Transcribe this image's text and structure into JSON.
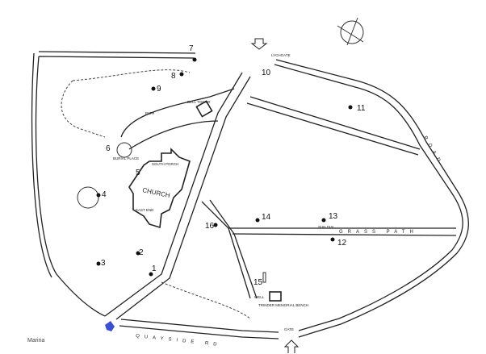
{
  "map": {
    "caption": "Marina",
    "labels": {
      "lychgate": "LYCHGATE",
      "bell_tower": "BELL TOWER",
      "south_porch": "SOUTH PORCH",
      "church": "CHURCH",
      "east_end": "EAST END",
      "path": "PATH",
      "burial": "BURIAL PLACE",
      "well": "WELL",
      "bench": "TRINDER MEMORIAL BENCH",
      "sundial": "SUN DIAL",
      "grass_path": "GRASS PATH",
      "road": "ROAD",
      "quayside": "QUAYSIDE RD",
      "gate": "GATE"
    },
    "points": [
      "1",
      "2",
      "3",
      "4",
      "5",
      "6",
      "7",
      "8",
      "9",
      "10",
      "11",
      "12",
      "13",
      "14",
      "15",
      "16"
    ],
    "marker_color": "#3b4fd1"
  }
}
